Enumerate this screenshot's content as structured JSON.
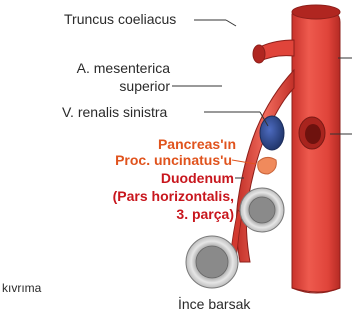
{
  "labels": {
    "truncus_coeliacus": "Truncus coeliacus",
    "a_mesenterica_line1": "A. mesenterica",
    "a_mesenterica_line2": "superior",
    "v_renalis": "V. renalis sinistra",
    "pancreas_line1": "Pancreas'ın",
    "pancreas_line2": "Proc. uncinatus'u",
    "duodenum_line1": "Duodenum",
    "duodenum_line2": "(Pars horizontalis,",
    "duodenum_line3": "3. parça)",
    "ince_barsak": "İnce barsak",
    "kivrima": "kıvrıma"
  },
  "colors": {
    "artery": "#e0443a",
    "artery_dark": "#b52a24",
    "vein": "#2f4a9a",
    "pancreas": "#f08a5c",
    "duodenum_wall": "#dcdcdc",
    "lumen": "#8a8a8a",
    "label_orange": "#e0531d",
    "label_red": "#c8161d"
  }
}
